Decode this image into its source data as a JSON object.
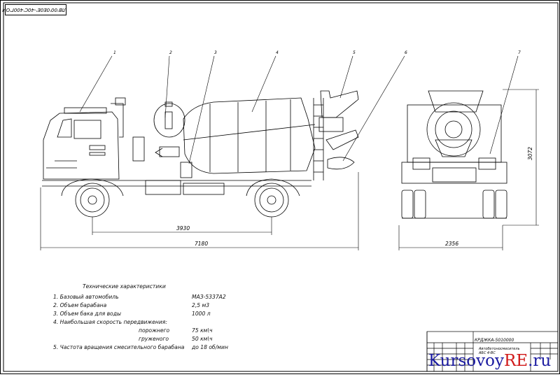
{
  "sheet": {
    "code_stamp": "ЛВ'00'0Е0Е'-40С'400Г'ОИ"
  },
  "callouts": [
    "1",
    "2",
    "3",
    "4",
    "5",
    "6",
    "7"
  ],
  "dimensions": {
    "wheelbase": "3930",
    "overall_length": "7180",
    "track_width": "2356",
    "height": "3072"
  },
  "specs": {
    "heading": "Технические характеристики",
    "rows": [
      {
        "label": "1. Базовый автомобиль",
        "value": "МАЗ-5337А2"
      },
      {
        "label": "2. Объем барабана",
        "value": "2,5 м3"
      },
      {
        "label": "3. Объем бака для воды",
        "value": "1000 л"
      },
      {
        "label": "4. Наибольшая скорость передвижения:",
        "value": ""
      },
      {
        "label": "порожнего",
        "value": "75 км\\ч"
      },
      {
        "label": "груженого",
        "value": "50 км\\ч"
      },
      {
        "label": "5. Частота вращения смесительного барабана",
        "value": "до 18 об/мин"
      }
    ]
  },
  "title_block": {
    "designation": "КРДЖКА-5010000",
    "name": "Автобетоносмеситель АБС 4-ВС"
  },
  "watermark": {
    "text_main": "Kursovoy",
    "text_accent": "RE",
    "text_suffix": ".ru"
  }
}
